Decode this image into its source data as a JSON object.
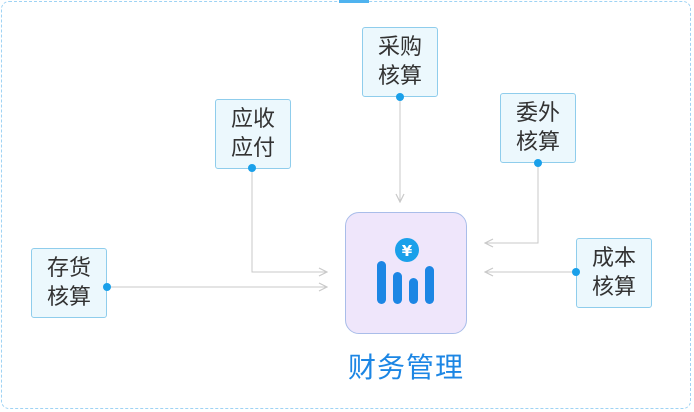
{
  "nodes": {
    "purchase": [
      "采购",
      "核算"
    ],
    "receivable": [
      "应收",
      "应付"
    ],
    "outsource": [
      "委外",
      "核算"
    ],
    "inventory": [
      "存货",
      "核算"
    ],
    "cost": [
      "成本",
      "核算"
    ]
  },
  "center": {
    "label": "财务管理",
    "currency_symbol": "¥"
  },
  "colors": {
    "accent": "#1c86e4",
    "dot": "#1aa0ea",
    "line": "#c9c9c9",
    "node_fill": "#ecf8fd"
  }
}
